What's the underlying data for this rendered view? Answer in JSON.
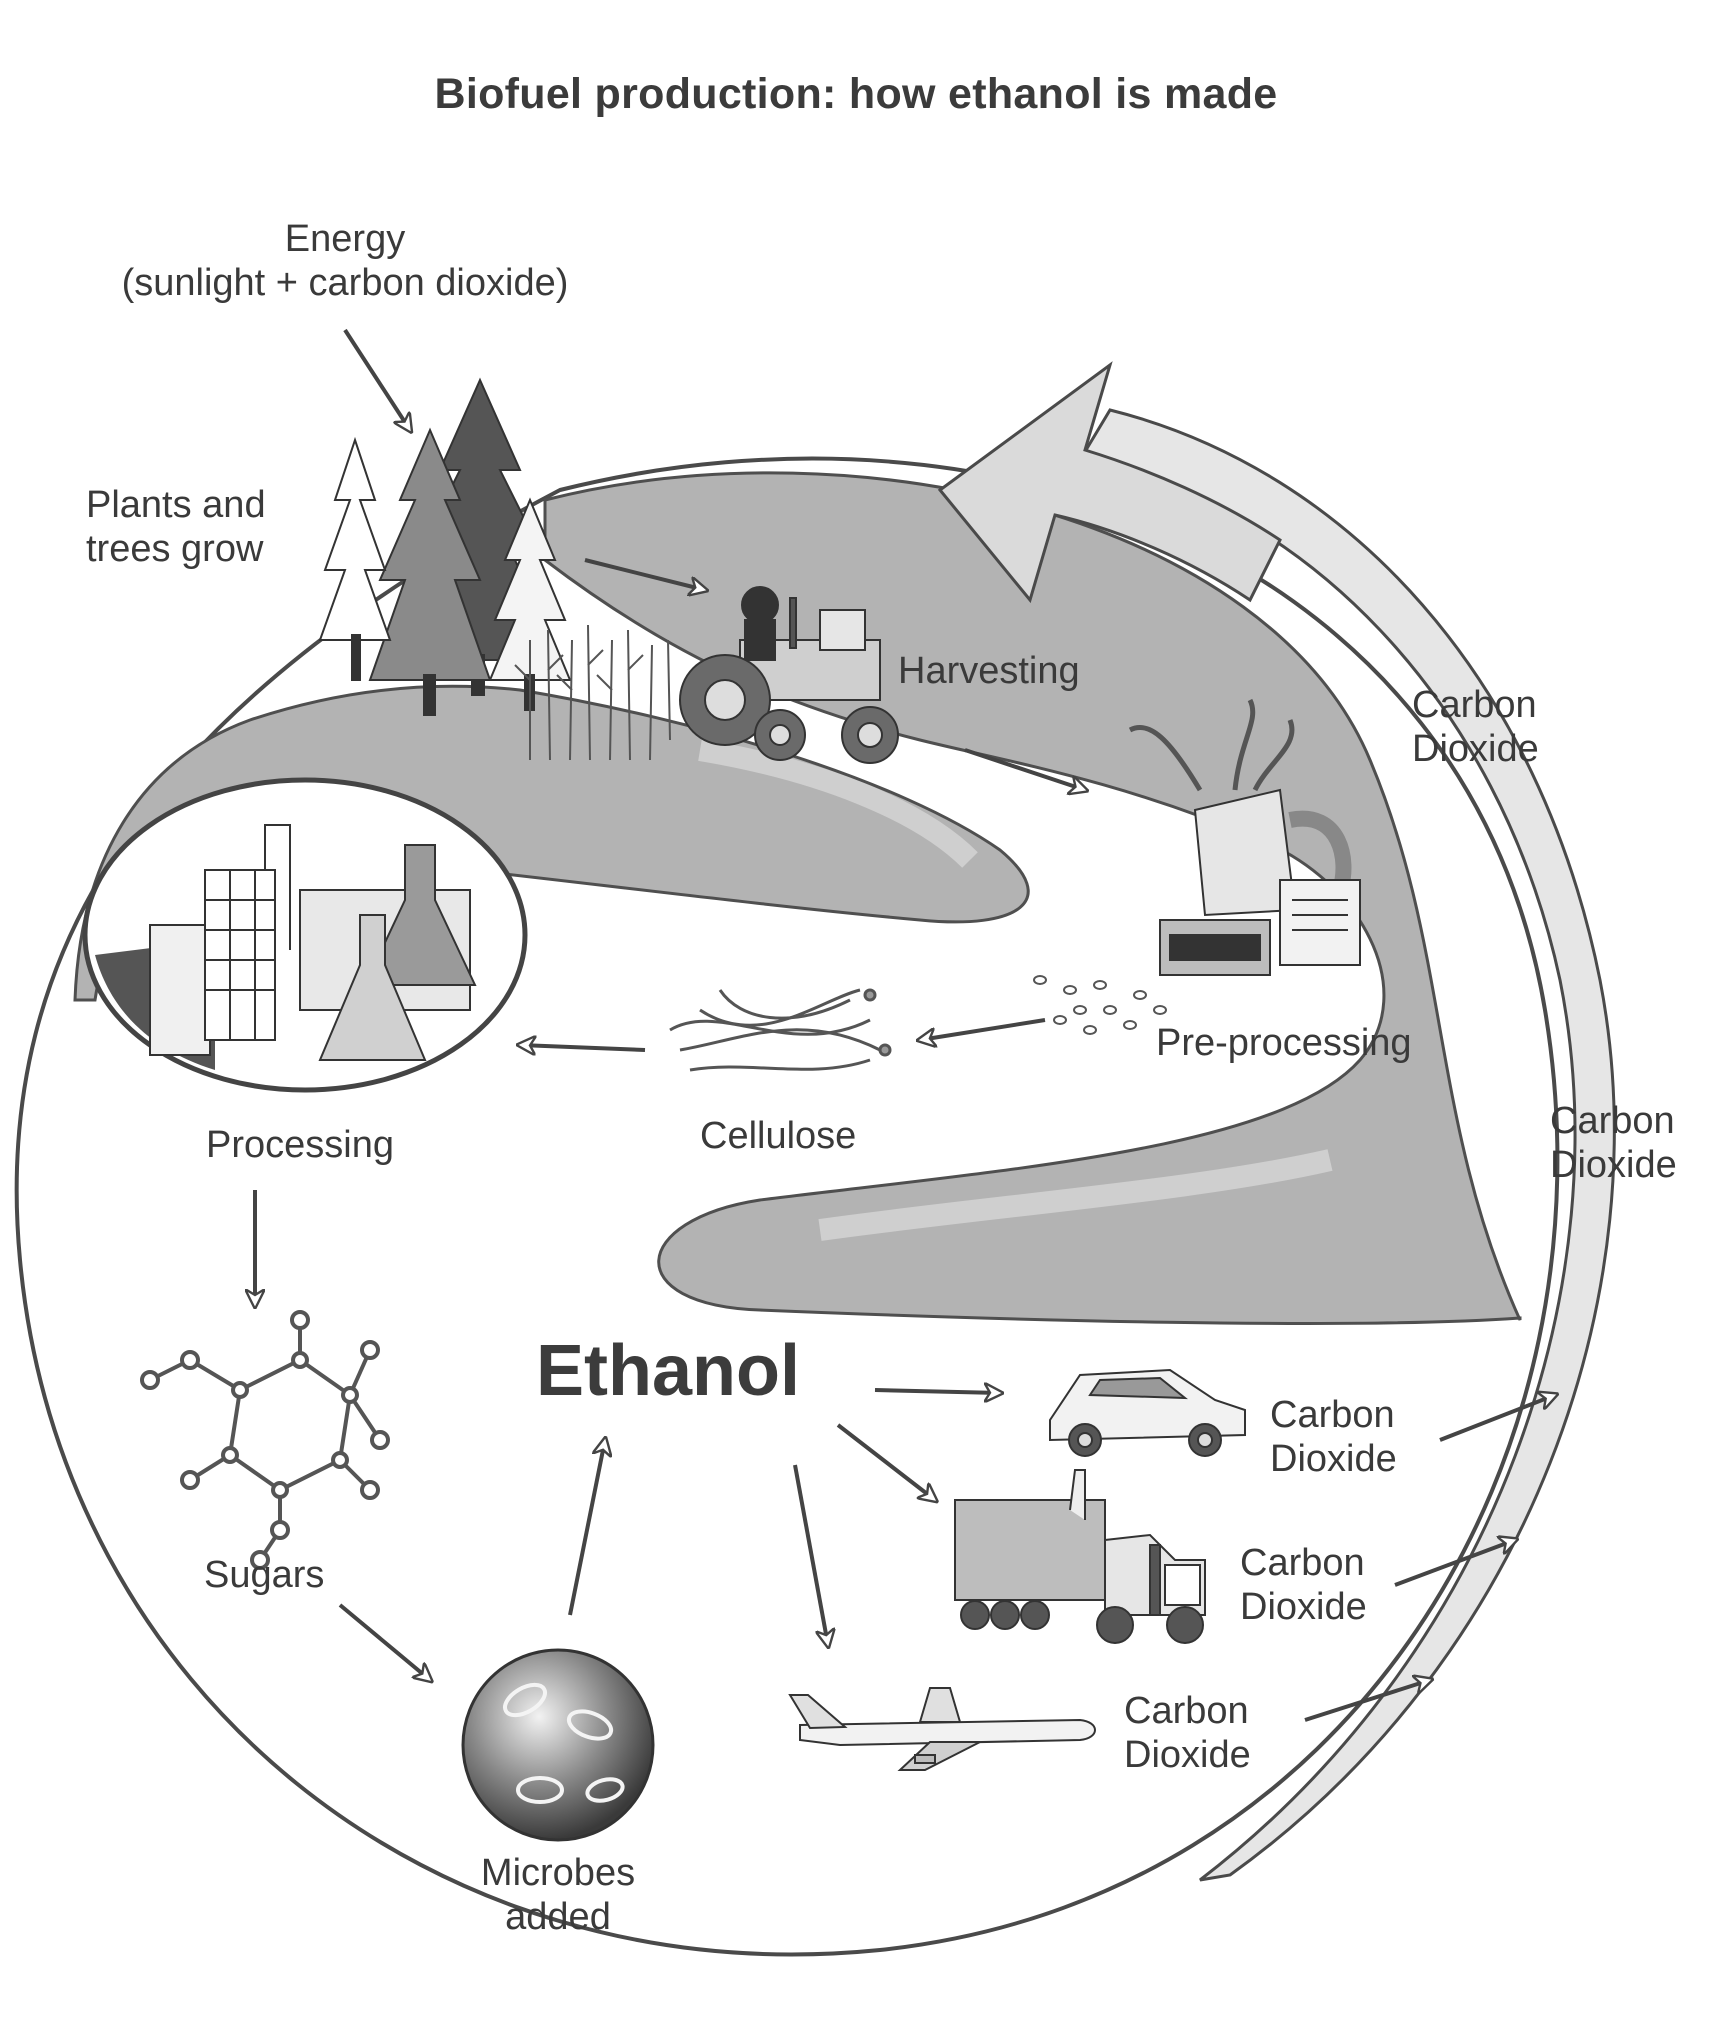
{
  "title": "Biofuel production: how ethanol is made",
  "labels": {
    "energy_line1": "Energy",
    "energy_line2": "(sunlight + carbon dioxide)",
    "plants_line1": "Plants and",
    "plants_line2": "trees grow",
    "harvesting": "Harvesting",
    "preprocessing": "Pre-processing",
    "cellulose": "Cellulose",
    "processing": "Processing",
    "sugars": "Sugars",
    "microbes_line1": "Microbes",
    "microbes_line2": "added",
    "ethanol": "Ethanol"
  },
  "co2": {
    "line1": "Carbon",
    "line2": "Dioxide"
  },
  "colors": {
    "band": "#a9a9a9",
    "band_light": "#cfcfcf",
    "outline": "#555555",
    "text": "#3a3a3a"
  }
}
